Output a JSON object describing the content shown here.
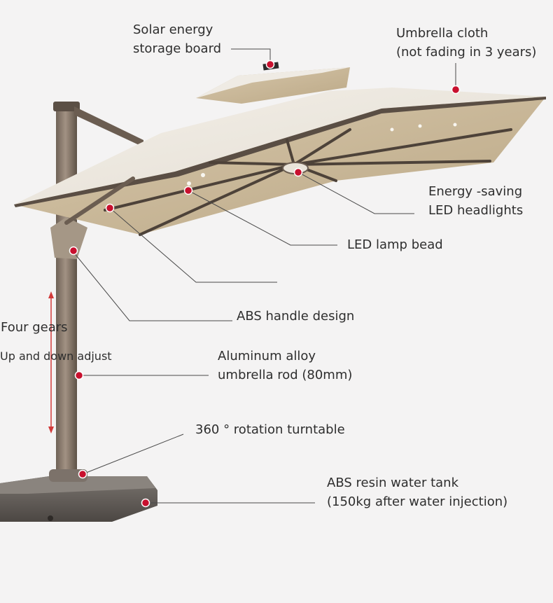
{
  "labels": {
    "solar_board": [
      "Solar energy",
      "storage board"
    ],
    "umbrella_cloth": [
      "Umbrella cloth",
      "(not fading in 3 years)"
    ],
    "energy_saving": [
      "Energy -saving",
      "LED headlights"
    ],
    "led_lamp_bead": "LED lamp bead",
    "abs_handle": "ABS handle design",
    "four_gears": "Four gears",
    "up_down": "Up and down adjust",
    "aluminum_rod": [
      "Aluminum alloy",
      "umbrella rod (80mm)"
    ],
    "rotation": "360 ° rotation turntable",
    "water_tank": [
      "ABS resin water tank",
      "(150kg after water injection)"
    ]
  },
  "colors": {
    "background": "#f4f3f3",
    "canopy_top": "#ebe7df",
    "canopy_under": "#c9b79a",
    "frame": "#5a4e44",
    "pole": "#8a7b6e",
    "base": "#5e5955",
    "marker": "#c8102e",
    "leader": "#4a4a4a",
    "arrow": "#d23a3a"
  },
  "icons": [
    "solar-panel-icon",
    "led-light-icon"
  ]
}
